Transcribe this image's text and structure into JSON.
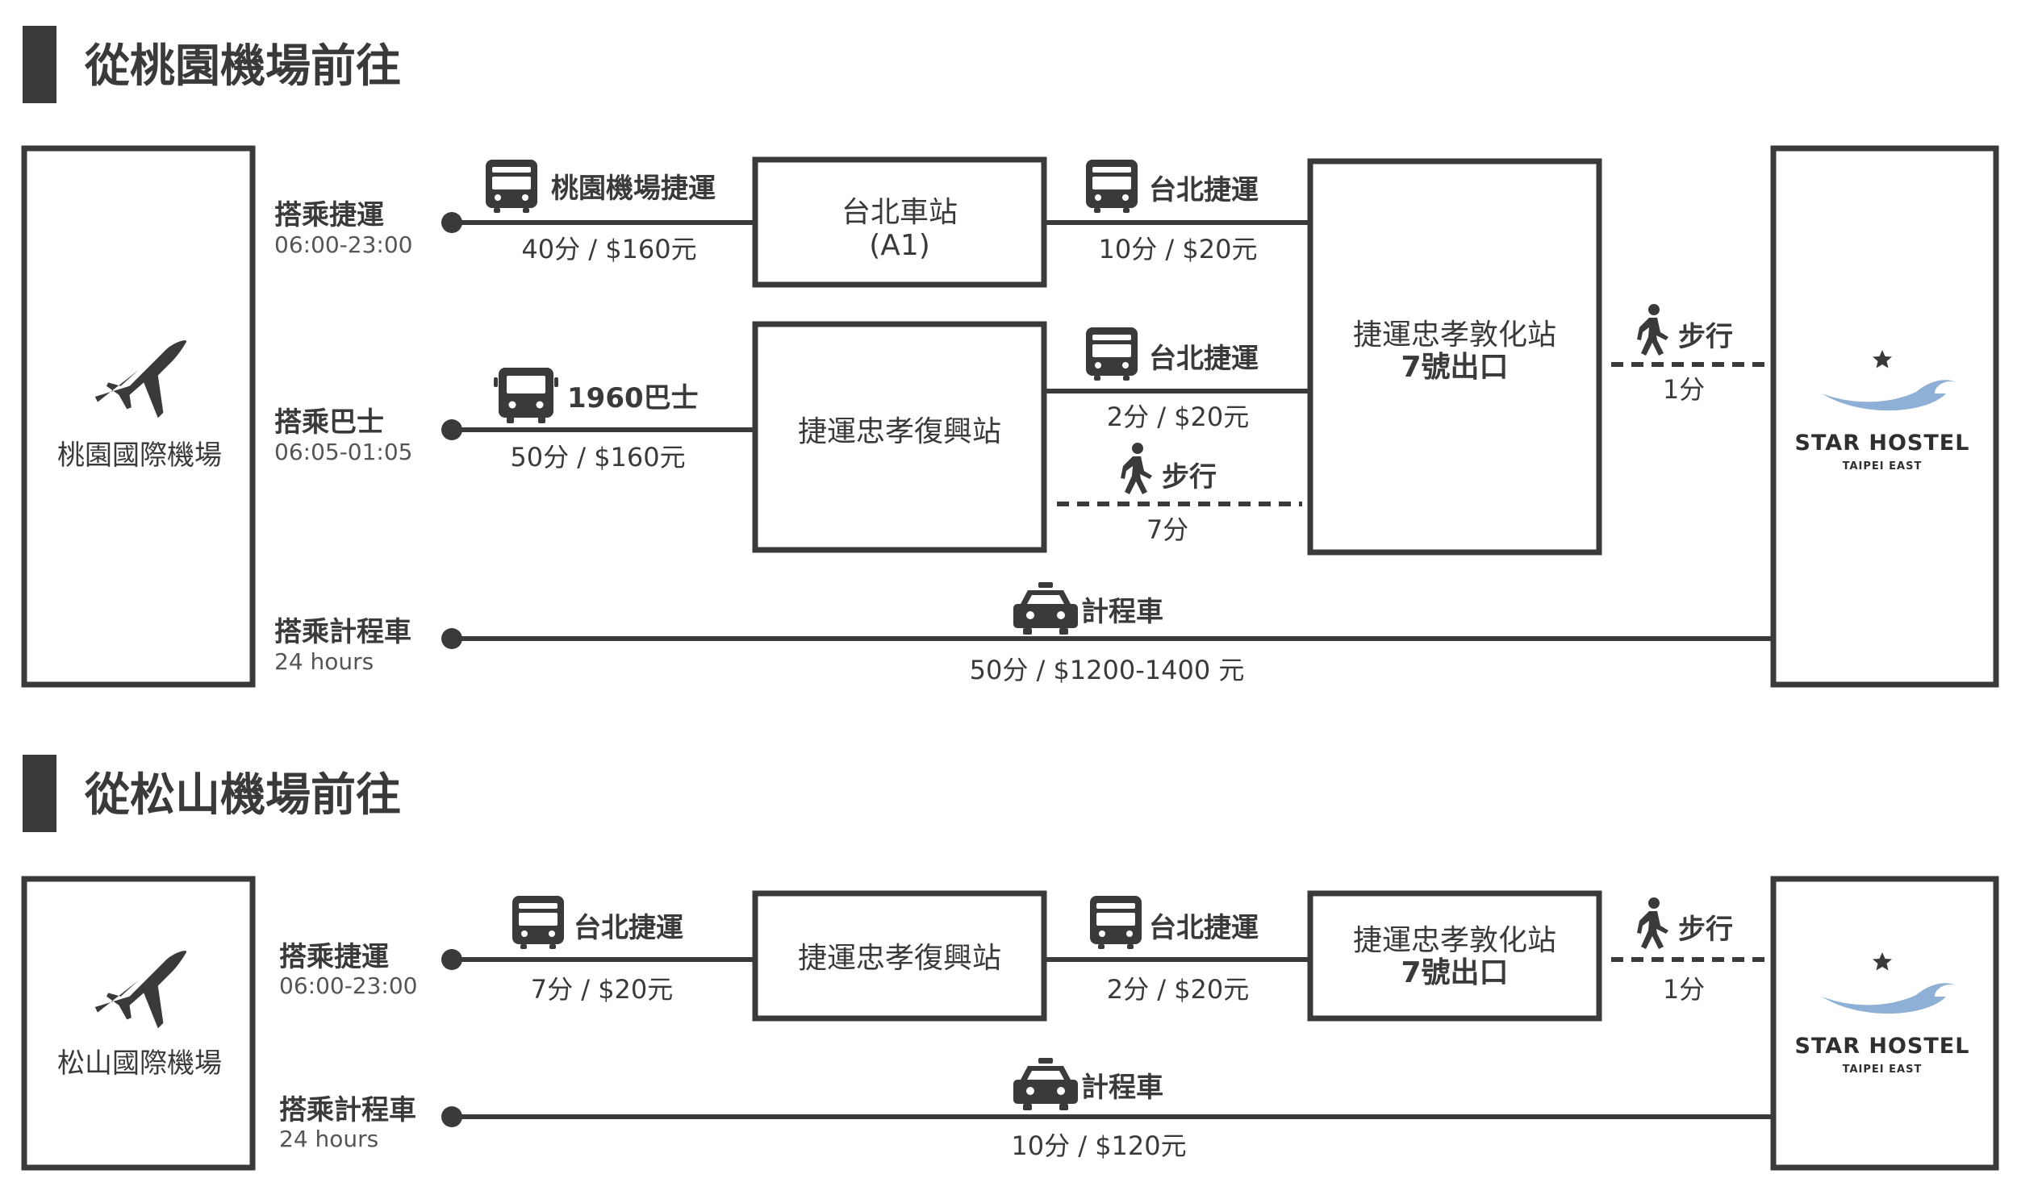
{
  "section1": {
    "title": "從桃園機場前往",
    "airport": "桃園國際機場",
    "routes": [
      {
        "method": "搭乘捷運",
        "hours": "06:00-23:00"
      },
      {
        "method": "搭乘巴士",
        "hours": "06:05-01:05"
      },
      {
        "method": "搭乘計程車",
        "hours": "24 hours"
      }
    ],
    "legs": {
      "airport_mrt": {
        "label": "桃園機場捷運",
        "cost": "40分 / $160元"
      },
      "mrt_to_zx_1": {
        "label": "台北捷運",
        "cost": "10分 / $20元"
      },
      "bus": {
        "label": "1960巴士",
        "cost": "50分 / $160元"
      },
      "mrt_to_zx_2": {
        "label": "台北捷運",
        "cost": "2分 / $20元"
      },
      "walk_to_zx": {
        "label": "步行",
        "cost": "7分"
      },
      "walk_to_hostel": {
        "label": "步行",
        "cost": "1分"
      },
      "taxi": {
        "label": "計程車",
        "cost": "50分 / $1200-1400 元"
      }
    },
    "stations": {
      "taipei_main": {
        "name": "台北車站",
        "sub": "(A1)"
      },
      "zhongxiao_fuxing": {
        "name": "捷運忠孝復興站"
      },
      "zhongxiao_dunhua": {
        "name": "捷運忠孝敦化站",
        "exit": "7號出口"
      }
    }
  },
  "section2": {
    "title": "從松山機場前往",
    "airport": "松山國際機場",
    "routes": [
      {
        "method": "搭乘捷運",
        "hours": "06:00-23:00"
      },
      {
        "method": "搭乘計程車",
        "hours": "24 hours"
      }
    ],
    "legs": {
      "mrt_1": {
        "label": "台北捷運",
        "cost": "7分 / $20元"
      },
      "mrt_2": {
        "label": "台北捷運",
        "cost": "2分 / $20元"
      },
      "walk": {
        "label": "步行",
        "cost": "1分"
      },
      "taxi": {
        "label": "計程車",
        "cost": "10分 / $120元"
      }
    },
    "stations": {
      "zhongxiao_fuxing": {
        "name": "捷運忠孝復興站"
      },
      "zhongxiao_dunhua": {
        "name": "捷運忠孝敦化站",
        "exit": "7號出口"
      }
    }
  },
  "hostel": {
    "name": "STAR HOSTEL",
    "sub": "TAIPEI EAST"
  },
  "icons": {
    "plane": "airplane-icon",
    "train": "train-icon",
    "bus": "bus-icon",
    "walk": "walking-person-icon",
    "taxi": "taxi-icon",
    "logo": "star-hostel-logo"
  },
  "colors": {
    "ink": "#3a3a3a",
    "logo_wave": "#8fb0d6"
  }
}
